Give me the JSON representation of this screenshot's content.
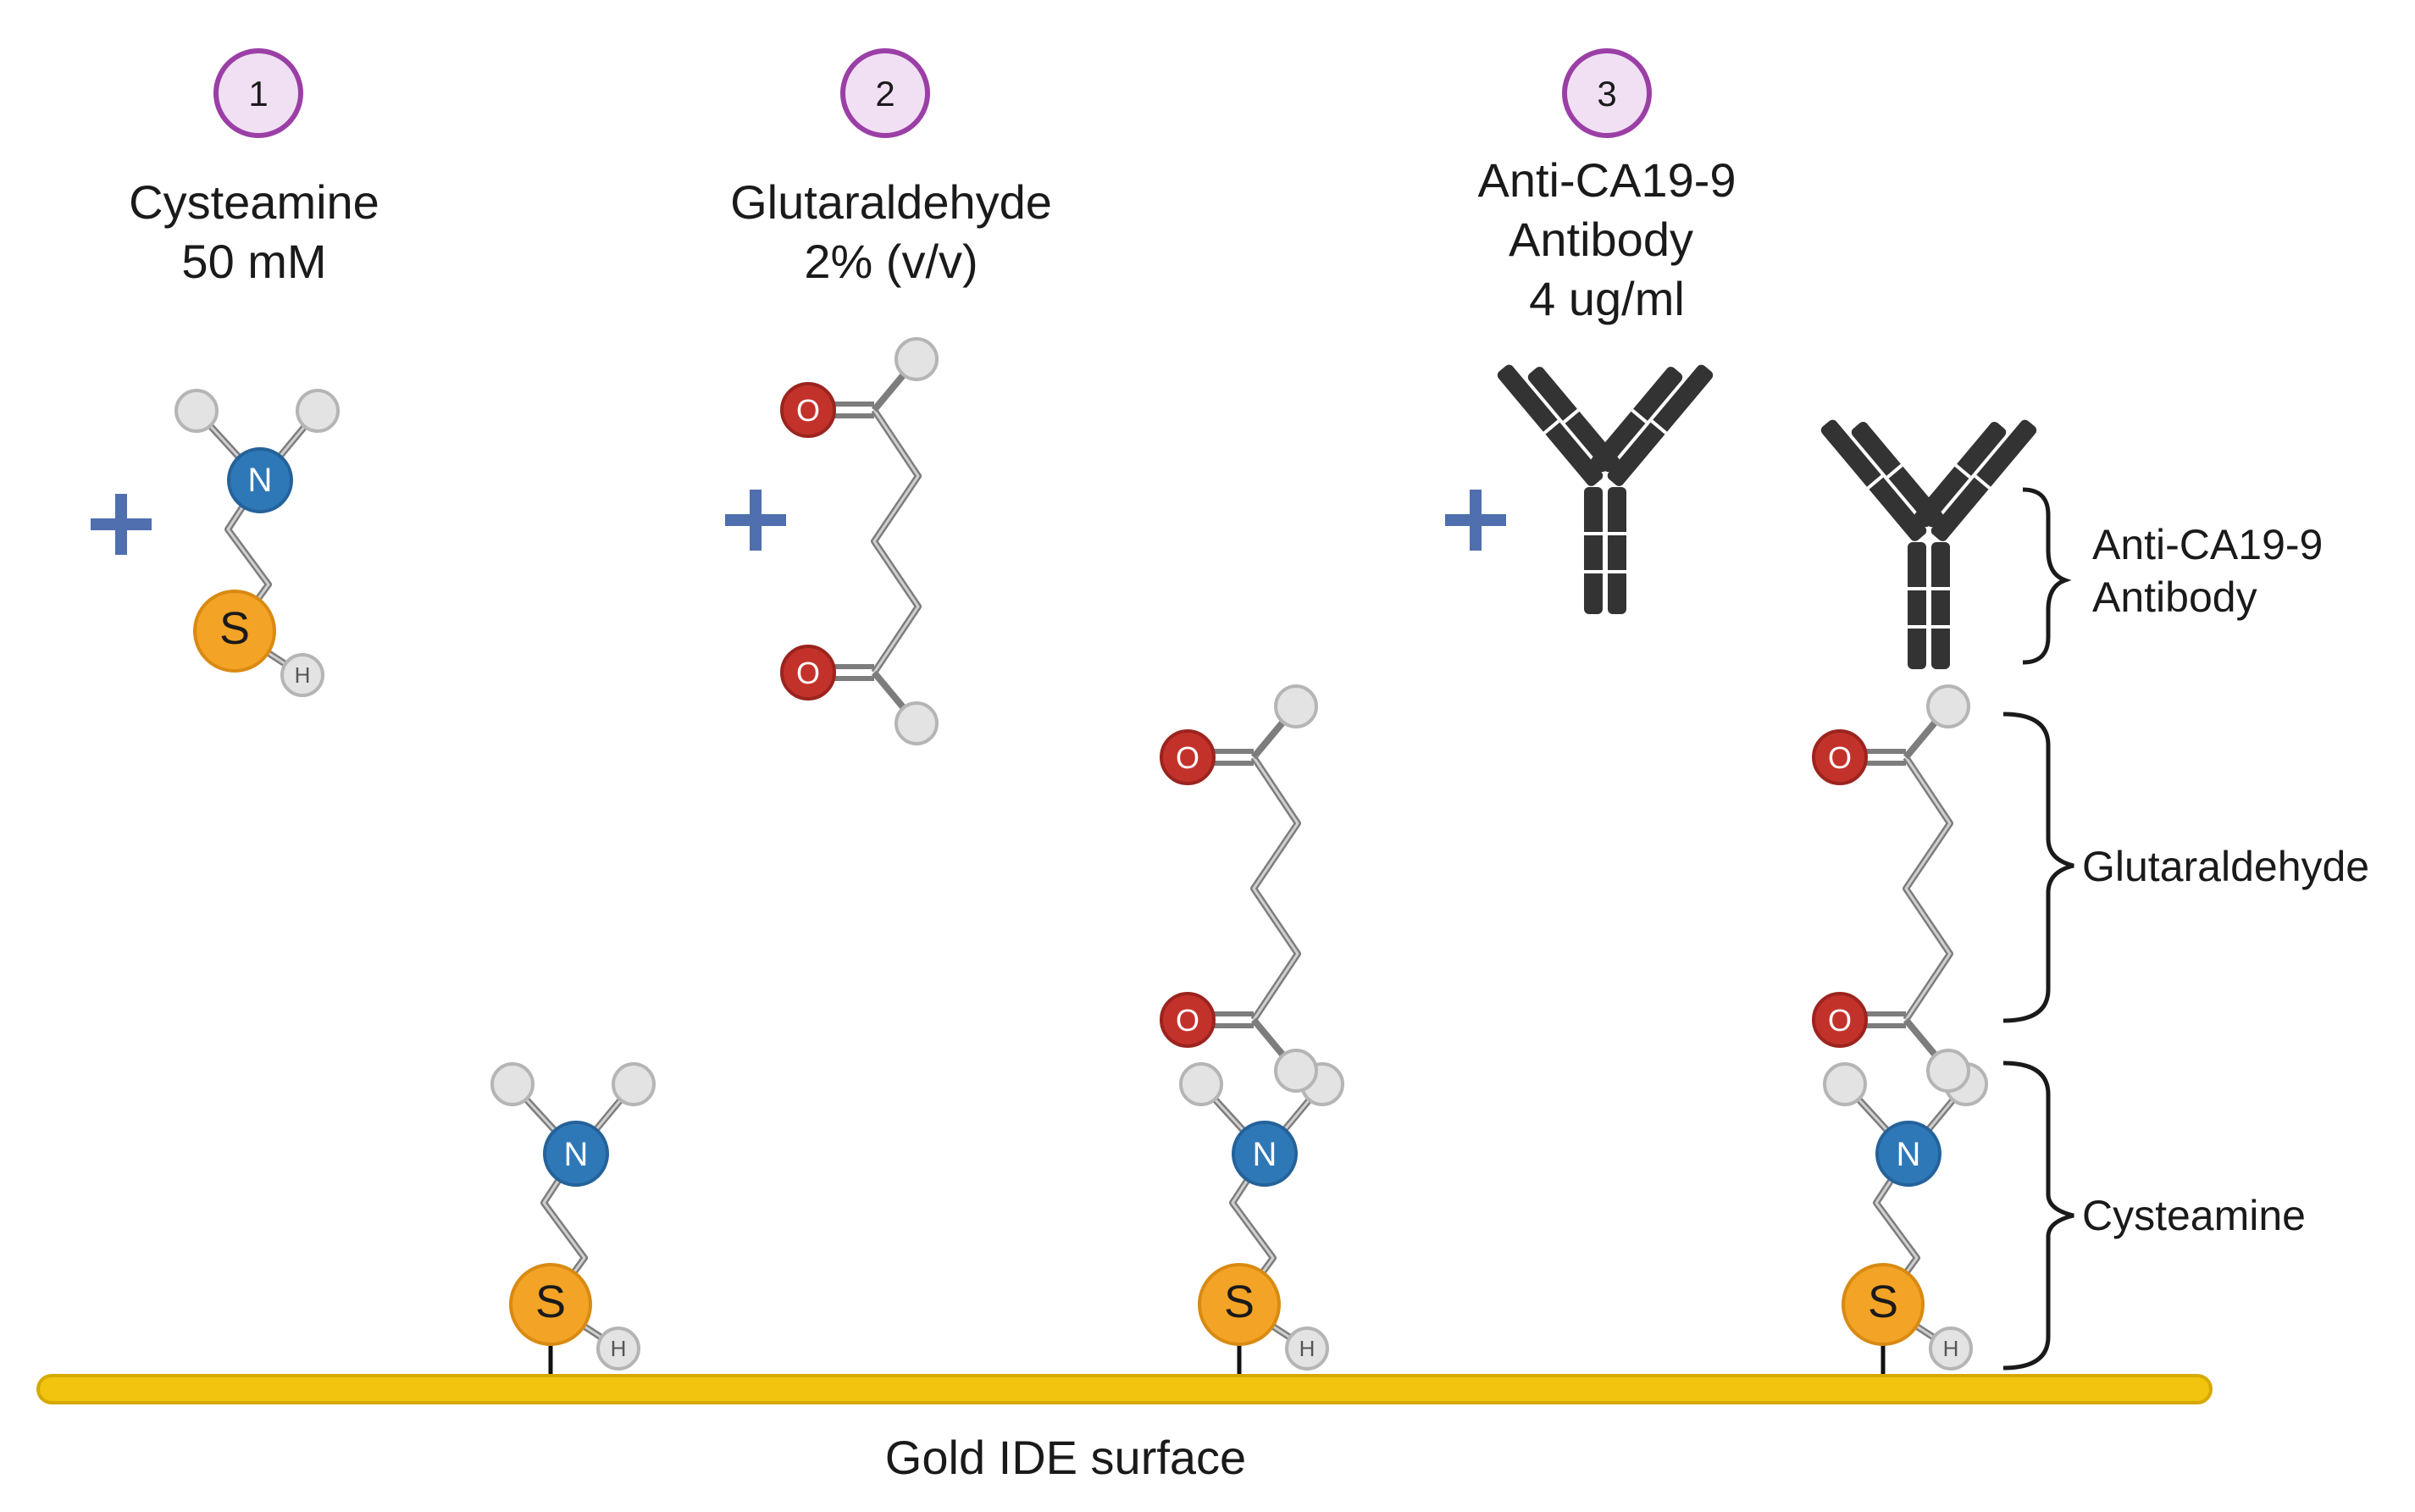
{
  "steps": [
    {
      "number": "1",
      "reagent": "Cysteamine",
      "concentration": "50 mM"
    },
    {
      "number": "2",
      "reagent": "Glutaraldehyde",
      "concentration": "2% (v/v)"
    },
    {
      "number": "3",
      "reagent": "Anti-CA19-9",
      "reagent_line2": "Antibody",
      "concentration": "4 ug/ml"
    }
  ],
  "plus_sign": "+",
  "atoms": {
    "nitrogen": "N",
    "sulfur": "S",
    "hydrogen": "H",
    "oxygen": "O"
  },
  "brackets": {
    "antibody_line1": "Anti-CA19-9",
    "antibody_line2": "Antibody",
    "glutaraldehyde": "Glutaraldehyde",
    "cysteamine": "Cysteamine"
  },
  "surface_label": "Gold IDE surface",
  "colors": {
    "step_circle_stroke": "#9b3fa6",
    "step_circle_fill": "#f1e0f4",
    "plus": "#4f6fae",
    "nitrogen": "#2f78b7",
    "sulfur": "#f3a325",
    "oxygen": "#c2322b",
    "hydrogen": "#e3e3e3",
    "bond": "#9a9a9a",
    "antibody": "#333333",
    "gold": "#f2c40f"
  }
}
